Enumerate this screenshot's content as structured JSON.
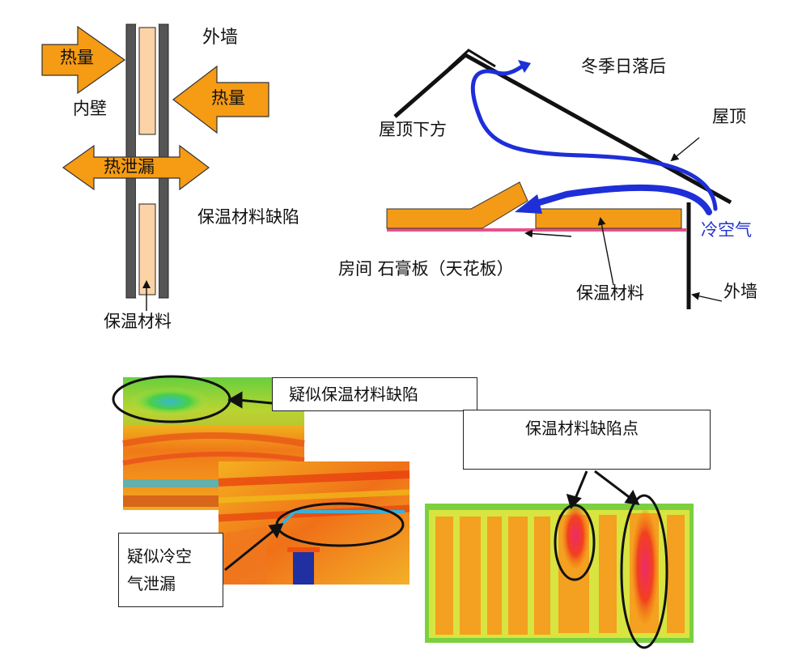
{
  "wall": {
    "outer_wall": "外墙",
    "heat_left": "热量",
    "inner_wall": "内壁",
    "heat_right": "热量",
    "heat_leak": "热泄漏",
    "insulation_defect": "保温材料缺陷",
    "insulation": "保温材料"
  },
  "roof": {
    "after_sunset": "冬季日落后",
    "under_roof": "屋顶下方",
    "roof": "屋顶",
    "cold_air": "冷空气",
    "room_ceiling": "房间  石膏板（天花板）",
    "insulation": "保温材料",
    "outer_wall": "外墙"
  },
  "thermal": {
    "suspected_defect": "疑似保温材料缺陷",
    "defect_points": "保温材料缺陷点",
    "suspected_leak_line1": "疑似冷空",
    "suspected_leak_line2": "气泄漏"
  },
  "colors": {
    "arrow_orange": "#F59B14",
    "insulation_fill": "#FCD3A6",
    "roof_insulation": "#F39A17",
    "airflow_blue": "#1E2FD8",
    "cold_air_text": "#2233CC",
    "gypsum_pink": "#E8508C"
  }
}
